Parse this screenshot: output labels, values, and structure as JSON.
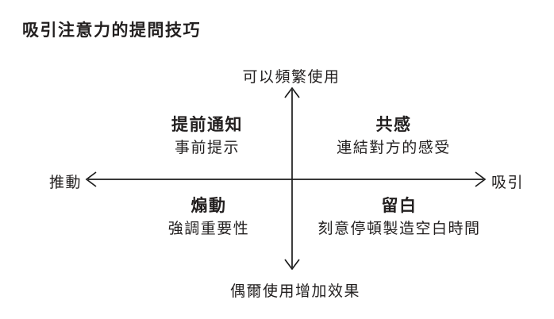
{
  "title": "吸引注意力的提問技巧",
  "axes": {
    "top_label": "可以頻繁使用",
    "bottom_label": "偶爾使用增加效果",
    "left_label": "推動",
    "right_label": "吸引"
  },
  "quadrants": [
    {
      "position": "top-left",
      "heading": "提前通知",
      "description": "事前提示"
    },
    {
      "position": "top-right",
      "heading": "共感",
      "description": "連結對方的感受"
    },
    {
      "position": "bottom-left",
      "heading": "煽動",
      "description": "強調重要性"
    },
    {
      "position": "bottom-right",
      "heading": "留白",
      "description": "刻意停頓製造空白時間"
    }
  ],
  "colors": {
    "background": "#ffffff",
    "text": "#221f1f",
    "line": "#1c1c1c"
  }
}
